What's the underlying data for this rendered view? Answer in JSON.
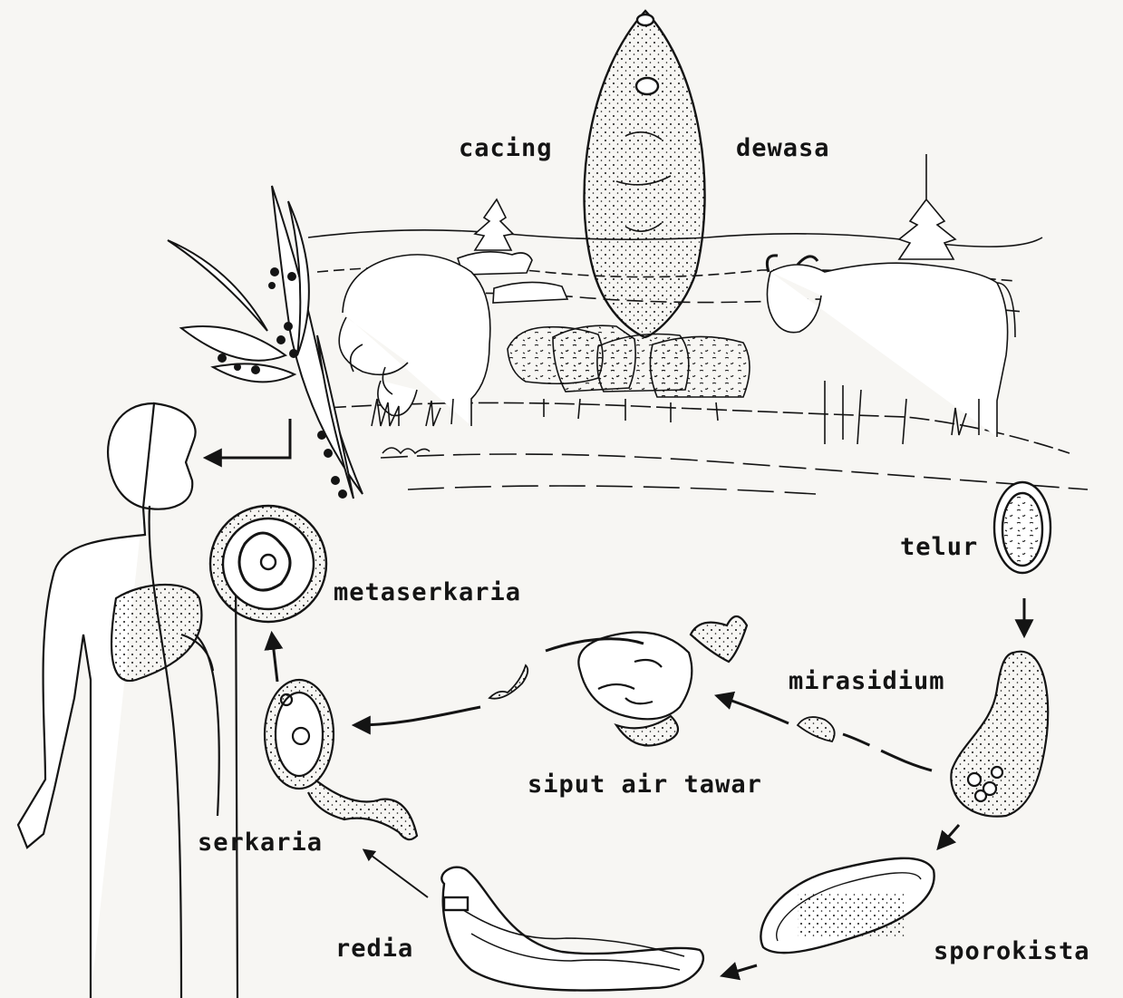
{
  "colors": {
    "ink": "#141414",
    "paper": "#f7f6f3"
  },
  "labels": {
    "cacing": "cacing",
    "dewasa": "dewasa",
    "telur": "telur",
    "mirasidium": "mirasidium",
    "sporokista": "sporokista",
    "redia": "redia",
    "serkaria": "serkaria",
    "metaserkaria": "metaserkaria",
    "siput": "siput air tawar"
  }
}
